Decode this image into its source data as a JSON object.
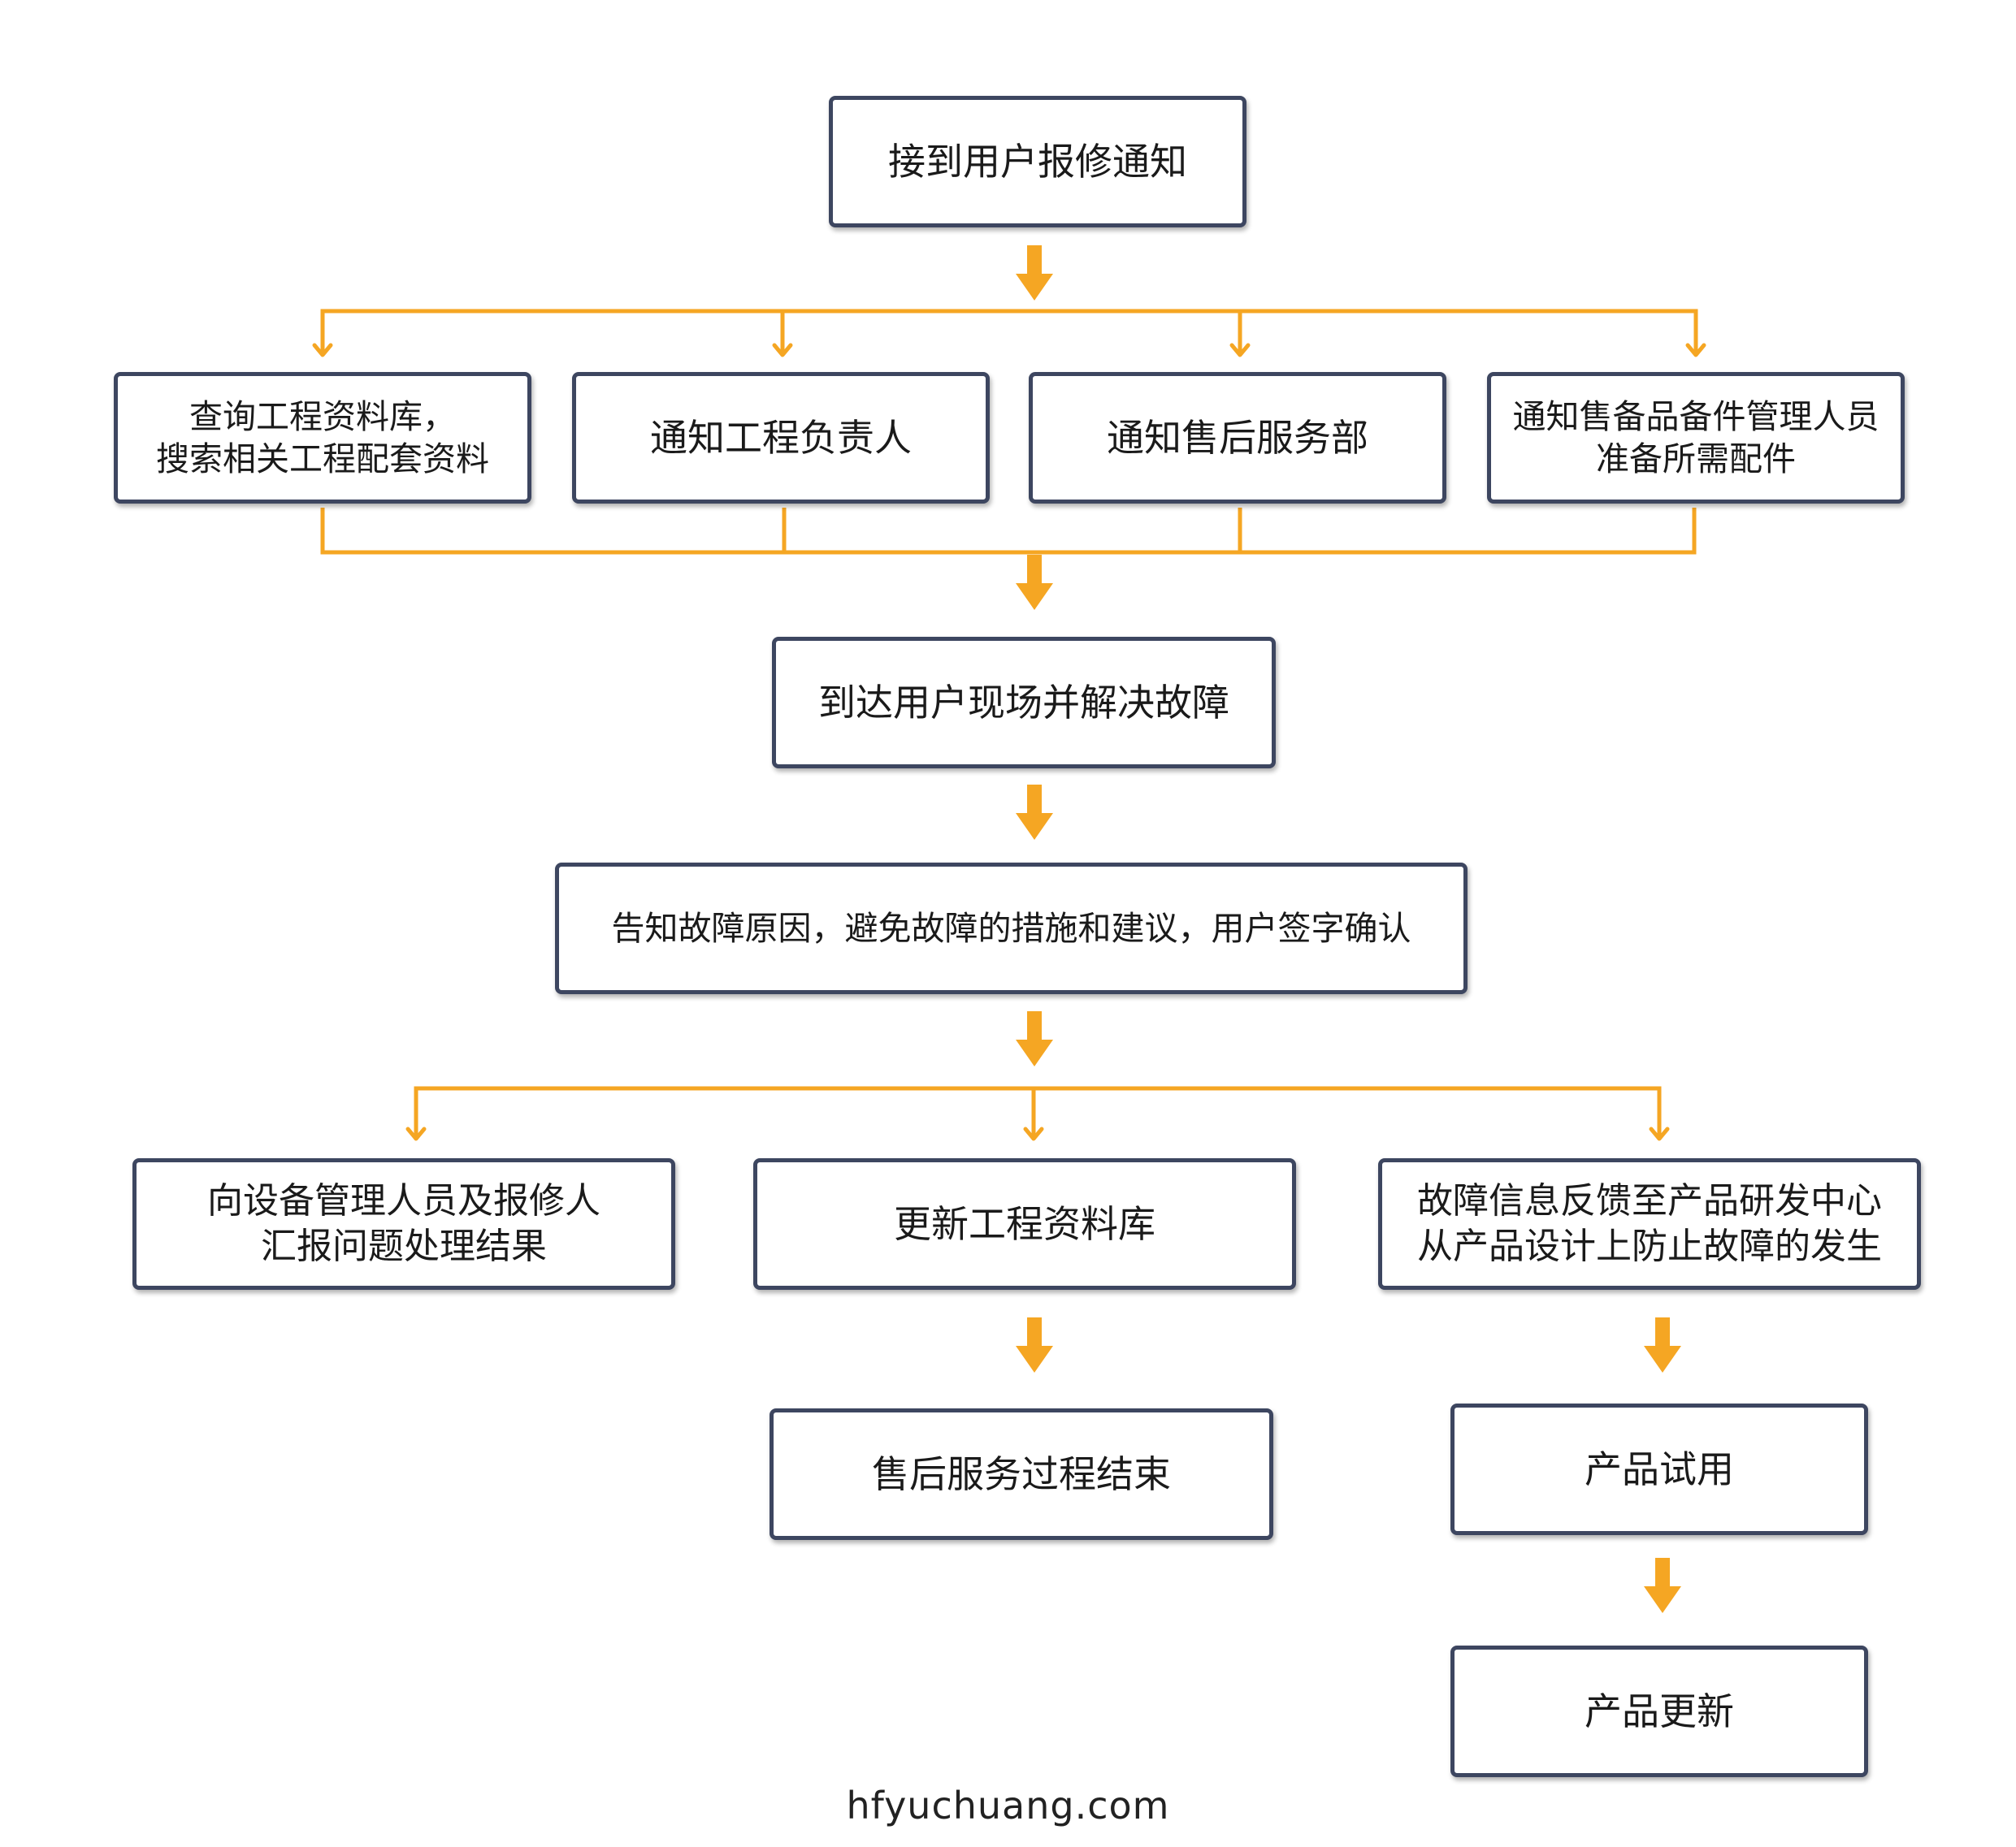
{
  "diagram": {
    "nodes": {
      "start": "接到用户报修通知",
      "query_db": "查询工程资料库，\n搜索相关工程配套资料",
      "notify_engineer": "通知工程负责人",
      "notify_service": "通知售后服务部",
      "notify_parts": "通知售备品备件管理人员\n准备所需配件",
      "onsite": "到达用户现场并解决故障",
      "inform": "告知故障原因，避免故障的措施和建议，用户签字确认",
      "report": "向设备管理人员及报修人\n汇报问题处理结果",
      "update_db": "更新工程资料库",
      "feedback": "故障信息反馈至产品研发中心\n从产品设计上防止故障的发生",
      "end": "售后服务过程结束",
      "trial": "产品试用",
      "product_update": "产品更新"
    },
    "colors": {
      "border": "#3d4660",
      "connector": "#f5a623"
    }
  },
  "footer": {
    "text": "hfyuchuang.com"
  }
}
